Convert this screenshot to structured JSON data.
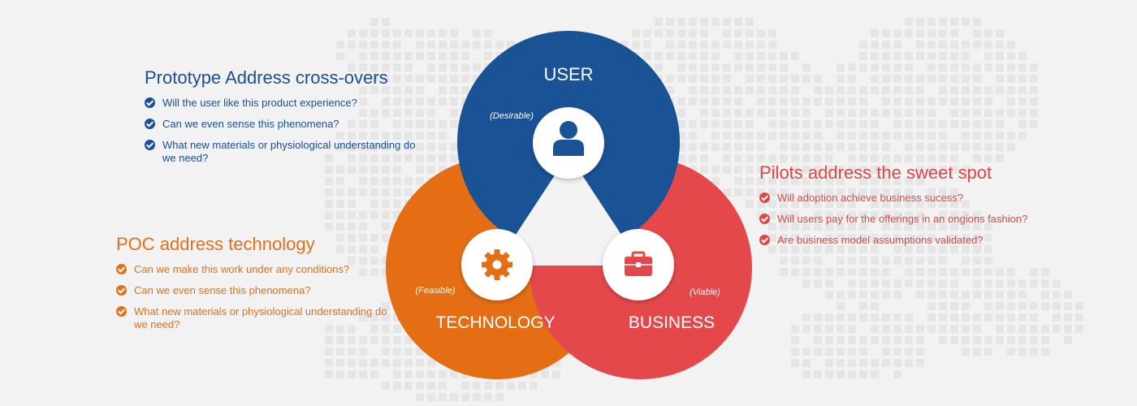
{
  "diagram": {
    "circles": [
      {
        "id": "user",
        "label": "USER",
        "sublabel": "(Desirable)",
        "color": "#1a5296",
        "icon": "user-icon"
      },
      {
        "id": "technology",
        "label": "TECHNOLOGY",
        "sublabel": "(Feasible)",
        "color": "#e56e14",
        "icon": "gear-icon"
      },
      {
        "id": "business",
        "label": "BUSINESS",
        "sublabel": "(Viable)",
        "color": "#e5484a",
        "icon": "briefcase-icon"
      }
    ]
  },
  "panels": {
    "prototype": {
      "title": "Prototype Address cross-overs",
      "items": [
        "Will the user like this product experience?",
        "Can we even sense this phenomena?",
        "What new materials or physiological understanding do we need?"
      ],
      "color": "#1a4e97"
    },
    "poc": {
      "title": "POC address technology",
      "items": [
        "Can we make this work under any conditions?",
        "Can we even sense this phenomena?",
        "What new materials or physiological understanding do we need?"
      ],
      "color": "#e3701a"
    },
    "pilots": {
      "title": "Pilots address the sweet spot",
      "items": [
        "Will adoption achieve business sucess?",
        "Will users pay for the offerings in an ongions fashion?",
        "Are business model assumptions validated?"
      ],
      "color": "#e14545"
    }
  }
}
